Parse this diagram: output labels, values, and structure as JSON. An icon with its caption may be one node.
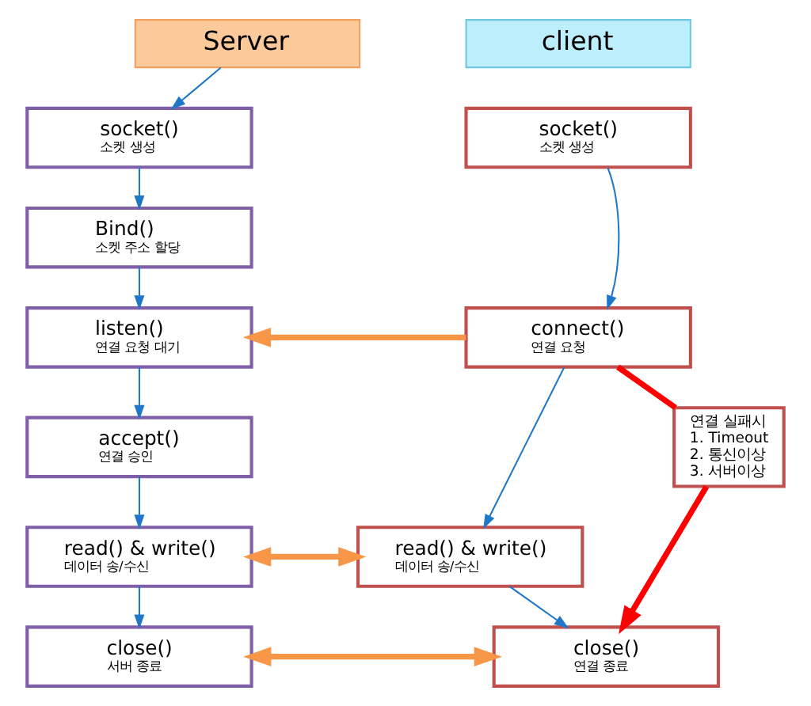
{
  "diagram": {
    "nodes": [
      {
        "text": [
          "Server"
        ]
      },
      {
        "text": [
          "socket()",
          "소켓 생성"
        ]
      },
      {
        "text": [
          "Bind()",
          "소켓 주소 할당"
        ]
      },
      {
        "text": [
          "listen()",
          "연결 요청 대기"
        ]
      },
      {
        "text": [
          "accept()",
          "연결 승인"
        ]
      },
      {
        "text": [
          "read() & write()",
          "데이터 송/수신"
        ]
      },
      {
        "text": [
          "close()",
          "서버 종료"
        ]
      },
      {
        "text": [
          "client"
        ]
      },
      {
        "text": [
          "socket()",
          "소켓 생성"
        ]
      },
      {
        "text": [
          "connect()",
          "연결 요청"
        ]
      },
      {
        "text": [
          "read() & write()",
          "데이터 송/수신"
        ]
      },
      {
        "text": [
          "close()",
          "연결 종료"
        ]
      },
      {
        "text": [
          "연결 실패시",
          "1. Timeout",
          "2. 통신이상",
          "3. 서버이상"
        ]
      }
    ],
    "edges": [
      {
        "from": 0,
        "to": 1,
        "arrow": "to"
      },
      {
        "from": 1,
        "to": 2,
        "arrow": "to"
      },
      {
        "from": 2,
        "to": 3,
        "arrow": "to"
      },
      {
        "from": 3,
        "to": 4,
        "arrow": "to"
      },
      {
        "from": 4,
        "to": 5,
        "arrow": "to"
      },
      {
        "from": 5,
        "to": 6,
        "arrow": "to"
      },
      {
        "from": 8,
        "to": 9,
        "arrow": "to"
      },
      {
        "from": 9,
        "to": 10,
        "arrow": "to"
      },
      {
        "from": 10,
        "to": 11,
        "arrow": "to"
      },
      {
        "from": 9,
        "to": 3,
        "arrow": "to",
        "style": "thick",
        "color": "#f79646"
      },
      {
        "from": 5,
        "to": 10,
        "arrow": "both",
        "style": "thick",
        "color": "#f79646"
      },
      {
        "from": 6,
        "to": 11,
        "arrow": "both",
        "style": "thick",
        "color": "#f79646"
      },
      {
        "from": 9,
        "to": 12,
        "arrow": "none",
        "style": "thick",
        "color": "#ff0000"
      },
      {
        "from": 12,
        "to": 11,
        "arrow": "to",
        "style": "thick",
        "color": "#ff0000"
      }
    ]
  }
}
